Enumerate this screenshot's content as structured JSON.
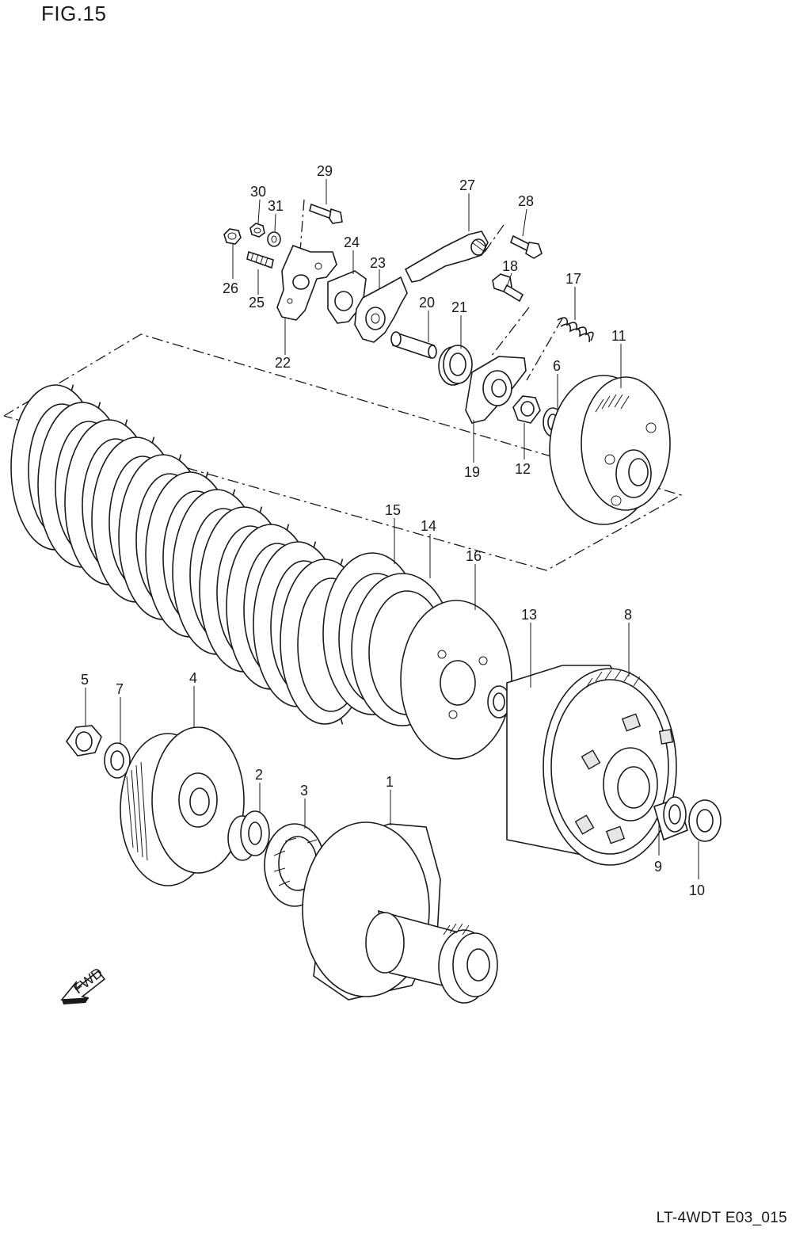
{
  "figure": {
    "title": "FIG.15",
    "code": "LT-4WDT E03_015"
  },
  "fwd_label": "FWD",
  "colors": {
    "ink": "#1a1a1a",
    "background": "#ffffff"
  },
  "callouts": [
    {
      "id": "p1",
      "label": "1"
    },
    {
      "id": "p2",
      "label": "2"
    },
    {
      "id": "p3",
      "label": "3"
    },
    {
      "id": "p4",
      "label": "4"
    },
    {
      "id": "p5",
      "label": "5"
    },
    {
      "id": "p6",
      "label": "6"
    },
    {
      "id": "p7",
      "label": "7"
    },
    {
      "id": "p8",
      "label": "8"
    },
    {
      "id": "p9",
      "label": "9"
    },
    {
      "id": "p10",
      "label": "10"
    },
    {
      "id": "p11",
      "label": "11"
    },
    {
      "id": "p12",
      "label": "12"
    },
    {
      "id": "p13",
      "label": "13"
    },
    {
      "id": "p14",
      "label": "14"
    },
    {
      "id": "p15",
      "label": "15"
    },
    {
      "id": "p16",
      "label": "16"
    },
    {
      "id": "p17",
      "label": "17"
    },
    {
      "id": "p18",
      "label": "18"
    },
    {
      "id": "p19",
      "label": "19"
    },
    {
      "id": "p20",
      "label": "20"
    },
    {
      "id": "p21",
      "label": "21"
    },
    {
      "id": "p22",
      "label": "22"
    },
    {
      "id": "p23",
      "label": "23"
    },
    {
      "id": "p24",
      "label": "24"
    },
    {
      "id": "p25",
      "label": "25"
    },
    {
      "id": "p26",
      "label": "26"
    },
    {
      "id": "p27",
      "label": "27"
    },
    {
      "id": "p28",
      "label": "28"
    },
    {
      "id": "p29",
      "label": "29"
    },
    {
      "id": "p30",
      "label": "30"
    },
    {
      "id": "p31",
      "label": "31"
    }
  ]
}
